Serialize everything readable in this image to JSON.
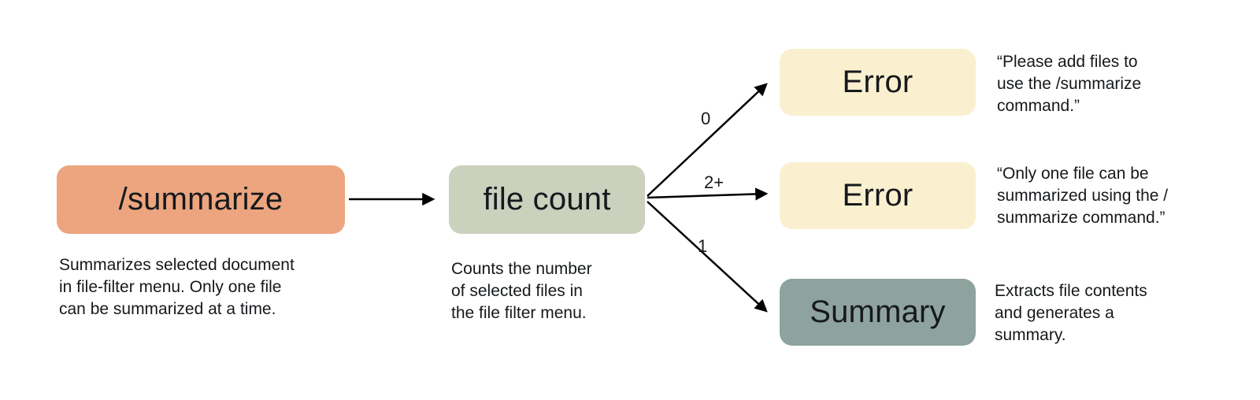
{
  "colors": {
    "background": "#ffffff",
    "text": "#16191c",
    "arrow": "#000000",
    "summarize_box": "#ECA57F",
    "file_count_box": "#CAD1BD",
    "error_box": "#FAF0CF",
    "summary_box": "#8EA39D"
  },
  "nodes": {
    "summarize": {
      "label": "/summarize",
      "caption": "Summarizes selected document\nin file-filter menu. Only one file\ncan be summarized at a time."
    },
    "file_count": {
      "label": "file count",
      "caption": "Counts the number\nof selected files in\nthe file filter menu."
    },
    "error_zero": {
      "label": "Error",
      "note": "“Please add files to\nuse the /summarize\ncommand.”"
    },
    "error_two_plus": {
      "label": "Error",
      "note": "“Only one file can be\nsummarized using the /\nsummarize command.”"
    },
    "summary": {
      "label": "Summary",
      "note": "Extracts file contents\nand generates a\nsummary."
    }
  },
  "edge_labels": {
    "zero": "0",
    "two_plus": "2+",
    "one": "1"
  }
}
